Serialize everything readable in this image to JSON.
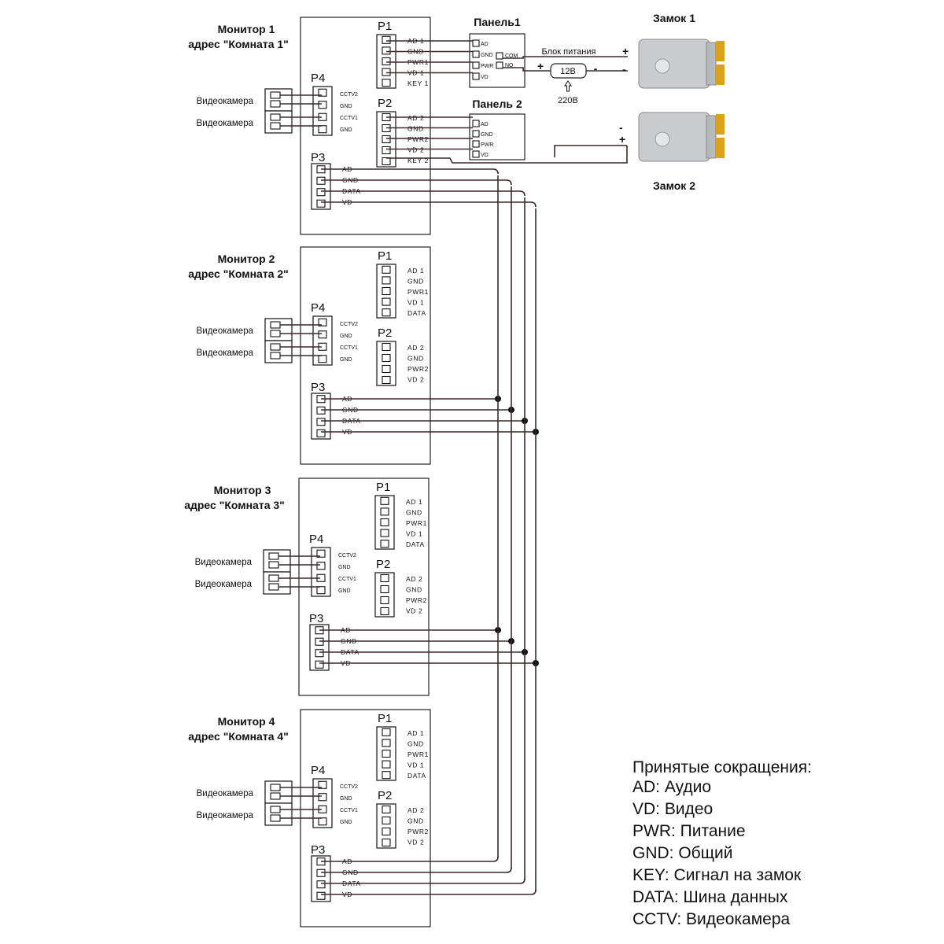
{
  "monitors": [
    {
      "title": "Монитор 1",
      "address": "адрес \"Комната 1\"",
      "p1_pins": [
        "AD 1",
        "GND",
        "PWR1",
        "VD 1",
        "KEY 1"
      ],
      "p2_pins": [
        "AD 2",
        "GND",
        "PWR2",
        "VD 2",
        "KEY 2"
      ]
    },
    {
      "title": "Монитор 2",
      "address": "адрес \"Комната 2\"",
      "p1_pins": [
        "AD 1",
        "GND",
        "PWR1",
        "VD 1",
        "DATA"
      ],
      "p2_pins": [
        "AD 2",
        "GND",
        "PWR2",
        "VD 2"
      ]
    },
    {
      "title": "Монитор 3",
      "address": "адрес \"Комната 3\"",
      "p1_pins": [
        "AD 1",
        "GND",
        "PWR1",
        "VD 1",
        "DATA"
      ],
      "p2_pins": [
        "AD 2",
        "GND",
        "PWR2",
        "VD 2"
      ]
    },
    {
      "title": "Монитор 4",
      "address": "адрес \"Комната 4\"",
      "p1_pins": [
        "AD 1",
        "GND",
        "PWR1",
        "VD 1",
        "DATA"
      ],
      "p2_pins": [
        "AD 2",
        "GND",
        "PWR2",
        "VD 2"
      ]
    }
  ],
  "connectors": {
    "p1": "P1",
    "p2": "P2",
    "p3": "P3",
    "p4": "P4"
  },
  "p3_pins": [
    "AD",
    "GND",
    "DATA",
    "VD"
  ],
  "p4_pins": [
    "CCTV2",
    "GND",
    "CCTV1",
    "GND"
  ],
  "camera_label": "Видеокамера",
  "panels": [
    {
      "title": "Панель1",
      "pins": [
        "AD",
        "GND",
        "PWR",
        "VD"
      ],
      "relay": [
        "COM",
        "NO"
      ]
    },
    {
      "title": "Панель 2",
      "pins": [
        "AD",
        "GND",
        "PWR",
        "VD"
      ]
    }
  ],
  "locks": [
    {
      "title": "Замок 1"
    },
    {
      "title": "Замок 2"
    }
  ],
  "power_supply": {
    "label": "Блок питания",
    "voltage": "12В",
    "mains": "220В",
    "plus": "+",
    "minus": "-"
  },
  "legend": {
    "title": "Принятые сокращения:",
    "items": [
      "AD: Аудио",
      "VD: Видео",
      "PWR: Питание",
      "GND: Общий",
      "KEY: Сигнал на замок",
      "DATA: Шина данных",
      "CCTV: Видеокамера"
    ]
  },
  "colors": {
    "wire": "#3a2a2a",
    "lock_body": "#c9cccf",
    "lock_latch": "#d9a21a"
  }
}
